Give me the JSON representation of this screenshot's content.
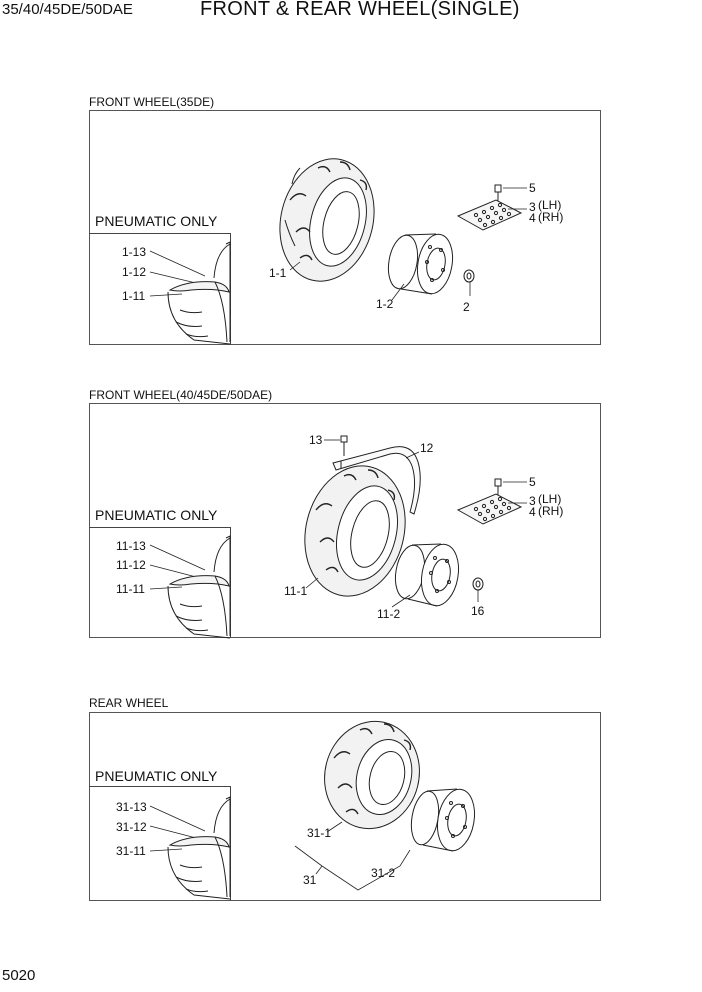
{
  "header": {
    "model": "35/40/45DE/50DAE",
    "title": "FRONT & REAR WHEEL(SINGLE)"
  },
  "sections": {
    "front35": {
      "label": "FRONT WHEEL(35DE)",
      "pneumatic": "PNEUMATIC ONLY",
      "callouts": {
        "c1_13": "1-13",
        "c1_12": "1-12",
        "c1_11": "1-11",
        "c1_1": "1-1",
        "c1_2": "1-2",
        "c2": "2",
        "c5": "5",
        "c3": "3",
        "c3_side": "(LH)",
        "c4": "4",
        "c4_side": "(RH)"
      }
    },
    "front40": {
      "label": "FRONT WHEEL(40/45DE/50DAE)",
      "pneumatic": "PNEUMATIC ONLY",
      "callouts": {
        "c11_13": "11-13",
        "c11_12": "11-12",
        "c11_11": "11-11",
        "c11_1": "11-1",
        "c11_2": "11-2",
        "c16": "16",
        "c13": "13",
        "c12": "12",
        "c5": "5",
        "c3": "3",
        "c3_side": "(LH)",
        "c4": "4",
        "c4_side": "(RH)"
      }
    },
    "rear": {
      "label": "REAR WHEEL",
      "pneumatic": "PNEUMATIC ONLY",
      "callouts": {
        "c31_13": "31-13",
        "c31_12": "31-12",
        "c31_11": "31-11",
        "c31_1": "31-1",
        "c31_2": "31-2",
        "c31": "31"
      }
    }
  },
  "footer": {
    "page_number": "5020"
  }
}
